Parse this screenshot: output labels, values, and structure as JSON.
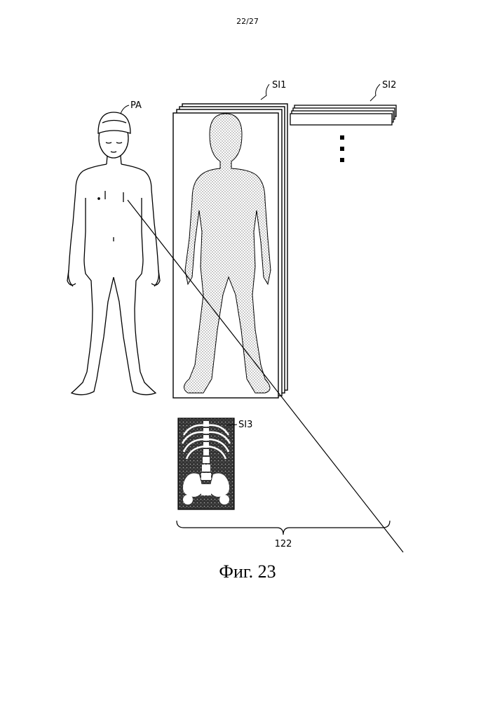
{
  "header": {
    "page_number": "22/27"
  },
  "labels": {
    "patient": "PA",
    "image_set_1": "SI1",
    "image_set_2": "SI2",
    "image_set_3": "SI3",
    "group_ref": "122"
  },
  "caption": "Фиг. 23",
  "colors": {
    "ink": "#000000",
    "paper": "#ffffff"
  }
}
